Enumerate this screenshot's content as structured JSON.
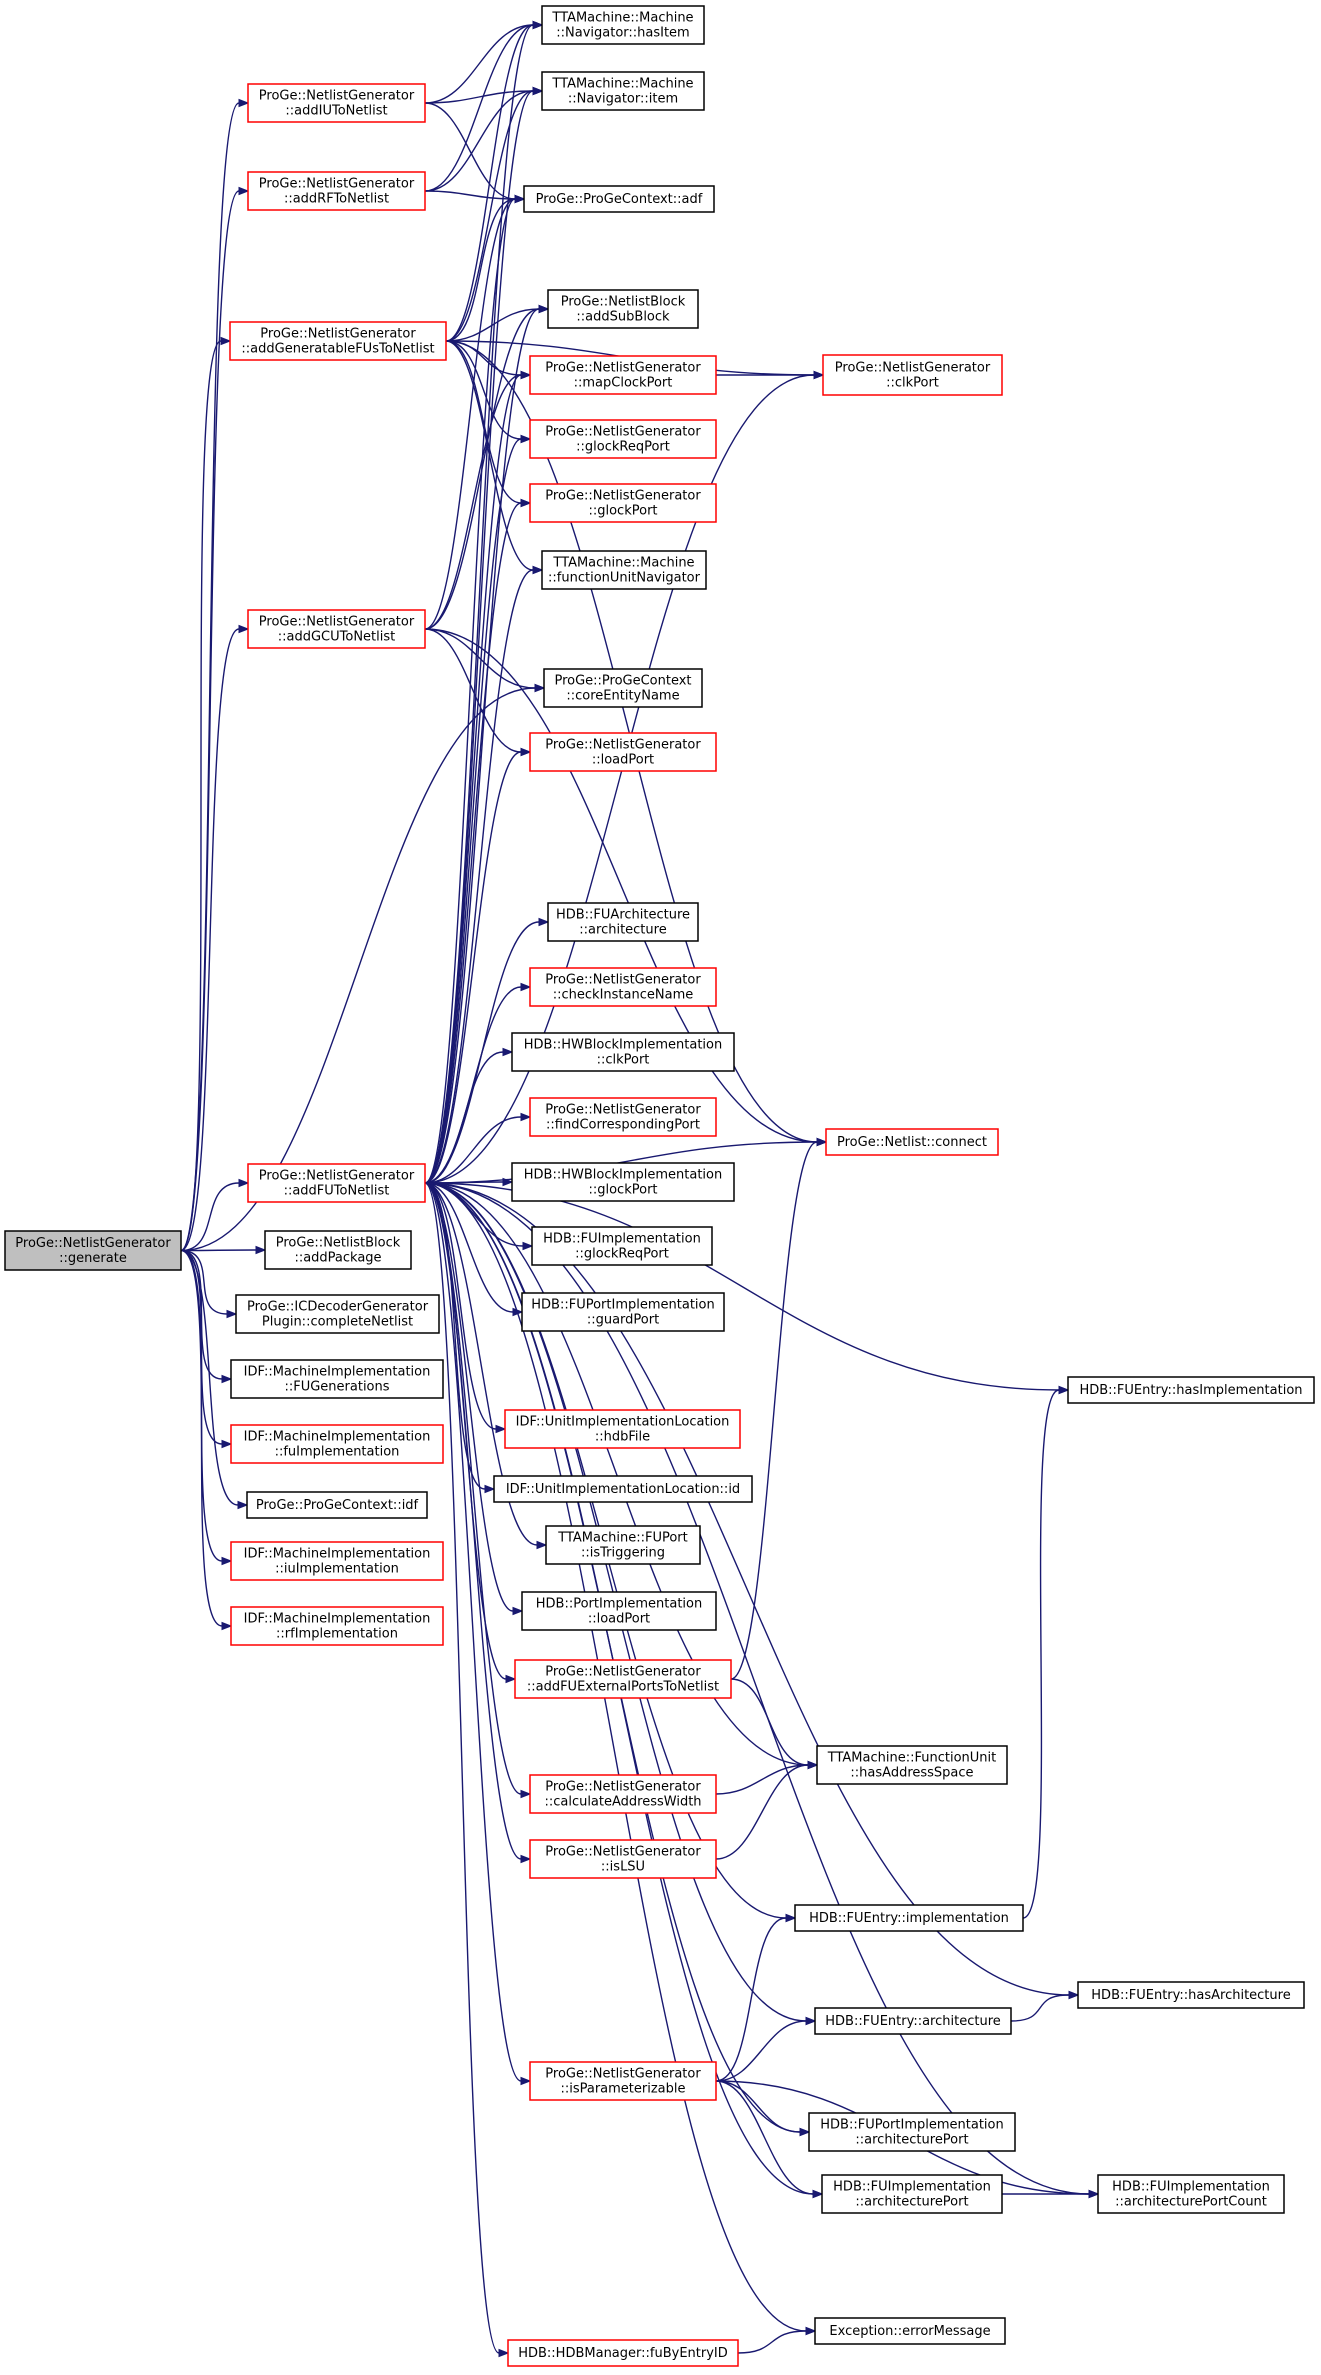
{
  "nodes": [
    {
      "id": "generate",
      "lines": [
        "ProGe::NetlistGenerator",
        "::generate"
      ],
      "style": "root"
    },
    {
      "id": "addIUToNetlist",
      "lines": [
        "ProGe::NetlistGenerator",
        "::addIUToNetlist"
      ],
      "style": "red"
    },
    {
      "id": "addRFToNetlist",
      "lines": [
        "ProGe::NetlistGenerator",
        "::addRFToNetlist"
      ],
      "style": "red"
    },
    {
      "id": "addGeneratableFUsToNetlist",
      "lines": [
        "ProGe::NetlistGenerator",
        "::addGeneratableFUsToNetlist"
      ],
      "style": "red"
    },
    {
      "id": "addGCUToNetlist",
      "lines": [
        "ProGe::NetlistGenerator",
        "::addGCUToNetlist"
      ],
      "style": "red"
    },
    {
      "id": "addFUToNetlist",
      "lines": [
        "ProGe::NetlistGenerator",
        "::addFUToNetlist"
      ],
      "style": "red"
    },
    {
      "id": "addPackage",
      "lines": [
        "ProGe::NetlistBlock",
        "::addPackage"
      ],
      "style": "black"
    },
    {
      "id": "completeNetlist",
      "lines": [
        "ProGe::ICDecoderGenerator",
        "Plugin::completeNetlist"
      ],
      "style": "black"
    },
    {
      "id": "FUGenerations",
      "lines": [
        "IDF::MachineImplementation",
        "::FUGenerations"
      ],
      "style": "black"
    },
    {
      "id": "fuImplementation",
      "lines": [
        "IDF::MachineImplementation",
        "::fuImplementation"
      ],
      "style": "red"
    },
    {
      "id": "idf",
      "lines": [
        "ProGe::ProGeContext::idf"
      ],
      "style": "black"
    },
    {
      "id": "iuImplementation",
      "lines": [
        "IDF::MachineImplementation",
        "::iuImplementation"
      ],
      "style": "red"
    },
    {
      "id": "rfImplementation",
      "lines": [
        "IDF::MachineImplementation",
        "::rfImplementation"
      ],
      "style": "red"
    },
    {
      "id": "hasItem",
      "lines": [
        "TTAMachine::Machine",
        "::Navigator::hasItem"
      ],
      "style": "black"
    },
    {
      "id": "item",
      "lines": [
        "TTAMachine::Machine",
        "::Navigator::item"
      ],
      "style": "black"
    },
    {
      "id": "adf",
      "lines": [
        "ProGe::ProGeContext::adf"
      ],
      "style": "black"
    },
    {
      "id": "addSubBlock",
      "lines": [
        "ProGe::NetlistBlock",
        "::addSubBlock"
      ],
      "style": "black"
    },
    {
      "id": "mapClockPort",
      "lines": [
        "ProGe::NetlistGenerator",
        "::mapClockPort"
      ],
      "style": "red"
    },
    {
      "id": "glockReqPort",
      "lines": [
        "ProGe::NetlistGenerator",
        "::glockReqPort"
      ],
      "style": "red"
    },
    {
      "id": "glockPort",
      "lines": [
        "ProGe::NetlistGenerator",
        "::glockPort"
      ],
      "style": "red"
    },
    {
      "id": "functionUnitNavigator",
      "lines": [
        "TTAMachine::Machine",
        "::functionUnitNavigator"
      ],
      "style": "black"
    },
    {
      "id": "coreEntityName",
      "lines": [
        "ProGe::ProGeContext",
        "::coreEntityName"
      ],
      "style": "black"
    },
    {
      "id": "loadPort",
      "lines": [
        "ProGe::NetlistGenerator",
        "::loadPort"
      ],
      "style": "red"
    },
    {
      "id": "fuArchitecture",
      "lines": [
        "HDB::FUArchitecture",
        "::architecture"
      ],
      "style": "black"
    },
    {
      "id": "checkInstanceName",
      "lines": [
        "ProGe::NetlistGenerator",
        "::checkInstanceName"
      ],
      "style": "red"
    },
    {
      "id": "hwClkPort",
      "lines": [
        "HDB::HWBlockImplementation",
        "::clkPort"
      ],
      "style": "black"
    },
    {
      "id": "findCorrespondingPort",
      "lines": [
        "ProGe::NetlistGenerator",
        "::findCorrespondingPort"
      ],
      "style": "red"
    },
    {
      "id": "hwGlockPort",
      "lines": [
        "HDB::HWBlockImplementation",
        "::glockPort"
      ],
      "style": "black"
    },
    {
      "id": "fuGlockReqPort",
      "lines": [
        "HDB::FUImplementation",
        "::glockReqPort"
      ],
      "style": "black"
    },
    {
      "id": "guardPort",
      "lines": [
        "HDB::FUPortImplementation",
        "::guardPort"
      ],
      "style": "black"
    },
    {
      "id": "hdbFile",
      "lines": [
        "IDF::UnitImplementationLocation",
        "::hdbFile"
      ],
      "style": "red"
    },
    {
      "id": "uilId",
      "lines": [
        "IDF::UnitImplementationLocation::id"
      ],
      "style": "black"
    },
    {
      "id": "isTriggering",
      "lines": [
        "TTAMachine::FUPort",
        "::isTriggering"
      ],
      "style": "black"
    },
    {
      "id": "piLoadPort",
      "lines": [
        "HDB::PortImplementation",
        "::loadPort"
      ],
      "style": "black"
    },
    {
      "id": "addFUExternalPortsToNetlist",
      "lines": [
        "ProGe::NetlistGenerator",
        "::addFUExternalPortsToNetlist"
      ],
      "style": "red"
    },
    {
      "id": "calculateAddressWidth",
      "lines": [
        "ProGe::NetlistGenerator",
        "::calculateAddressWidth"
      ],
      "style": "red"
    },
    {
      "id": "isLSU",
      "lines": [
        "ProGe::NetlistGenerator",
        "::isLSU"
      ],
      "style": "red"
    },
    {
      "id": "isParameterizable",
      "lines": [
        "ProGe::NetlistGenerator",
        "::isParameterizable"
      ],
      "style": "red"
    },
    {
      "id": "fuByEntryID",
      "lines": [
        "HDB::HDBManager::fuByEntryID"
      ],
      "style": "red"
    },
    {
      "id": "clkPort",
      "lines": [
        "ProGe::NetlistGenerator",
        "::clkPort"
      ],
      "style": "red"
    },
    {
      "id": "connect",
      "lines": [
        "ProGe::Netlist::connect"
      ],
      "style": "red"
    },
    {
      "id": "hasAddressSpace",
      "lines": [
        "TTAMachine::FunctionUnit",
        "::hasAddressSpace"
      ],
      "style": "black"
    },
    {
      "id": "fuEntryImplementation",
      "lines": [
        "HDB::FUEntry::implementation"
      ],
      "style": "black"
    },
    {
      "id": "fuEntryArchitecture",
      "lines": [
        "HDB::FUEntry::architecture"
      ],
      "style": "black"
    },
    {
      "id": "fupiArchitecturePort",
      "lines": [
        "HDB::FUPortImplementation",
        "::architecturePort"
      ],
      "style": "black"
    },
    {
      "id": "fuiArchitecturePort",
      "lines": [
        "HDB::FUImplementation",
        "::architecturePort"
      ],
      "style": "black"
    },
    {
      "id": "errorMessage",
      "lines": [
        "Exception::errorMessage"
      ],
      "style": "black"
    },
    {
      "id": "hasImplementation",
      "lines": [
        "HDB::FUEntry::hasImplementation"
      ],
      "style": "black"
    },
    {
      "id": "hasArchitecture",
      "lines": [
        "HDB::FUEntry::hasArchitecture"
      ],
      "style": "black"
    },
    {
      "id": "architecturePortCount",
      "lines": [
        "HDB::FUImplementation",
        "::architecturePortCount"
      ],
      "style": "black"
    }
  ],
  "edges": [
    [
      "generate",
      "addIUToNetlist"
    ],
    [
      "generate",
      "addRFToNetlist"
    ],
    [
      "generate",
      "addGeneratableFUsToNetlist"
    ],
    [
      "generate",
      "addGCUToNetlist"
    ],
    [
      "generate",
      "coreEntityName"
    ],
    [
      "generate",
      "addFUToNetlist"
    ],
    [
      "generate",
      "addPackage"
    ],
    [
      "generate",
      "completeNetlist"
    ],
    [
      "generate",
      "FUGenerations"
    ],
    [
      "generate",
      "fuImplementation"
    ],
    [
      "generate",
      "idf"
    ],
    [
      "generate",
      "iuImplementation"
    ],
    [
      "generate",
      "rfImplementation"
    ],
    [
      "addIUToNetlist",
      "hasItem"
    ],
    [
      "addIUToNetlist",
      "item"
    ],
    [
      "addIUToNetlist",
      "adf"
    ],
    [
      "addRFToNetlist",
      "hasItem"
    ],
    [
      "addRFToNetlist",
      "item"
    ],
    [
      "addRFToNetlist",
      "adf"
    ],
    [
      "addGeneratableFUsToNetlist",
      "hasItem"
    ],
    [
      "addGeneratableFUsToNetlist",
      "item"
    ],
    [
      "addGeneratableFUsToNetlist",
      "adf"
    ],
    [
      "addGeneratableFUsToNetlist",
      "clkPort"
    ],
    [
      "addGeneratableFUsToNetlist",
      "addSubBlock"
    ],
    [
      "addGeneratableFUsToNetlist",
      "mapClockPort"
    ],
    [
      "addGeneratableFUsToNetlist",
      "glockReqPort"
    ],
    [
      "addGeneratableFUsToNetlist",
      "glockPort"
    ],
    [
      "addGeneratableFUsToNetlist",
      "functionUnitNavigator"
    ],
    [
      "addGeneratableFUsToNetlist",
      "connect"
    ],
    [
      "addGCUToNetlist",
      "adf"
    ],
    [
      "addGCUToNetlist",
      "addSubBlock"
    ],
    [
      "addGCUToNetlist",
      "mapClockPort"
    ],
    [
      "addGCUToNetlist",
      "connect"
    ],
    [
      "addGCUToNetlist",
      "coreEntityName"
    ],
    [
      "addGCUToNetlist",
      "loadPort"
    ],
    [
      "mapClockPort",
      "clkPort"
    ],
    [
      "addFUToNetlist",
      "hasItem"
    ],
    [
      "addFUToNetlist",
      "item"
    ],
    [
      "addFUToNetlist",
      "adf"
    ],
    [
      "addFUToNetlist",
      "addSubBlock"
    ],
    [
      "addFUToNetlist",
      "mapClockPort"
    ],
    [
      "addFUToNetlist",
      "glockReqPort"
    ],
    [
      "addFUToNetlist",
      "glockPort"
    ],
    [
      "addFUToNetlist",
      "functionUnitNavigator"
    ],
    [
      "addFUToNetlist",
      "loadPort"
    ],
    [
      "addFUToNetlist",
      "clkPort"
    ],
    [
      "addFUToNetlist",
      "hasImplementation"
    ],
    [
      "addFUToNetlist",
      "fuArchitecture"
    ],
    [
      "addFUToNetlist",
      "checkInstanceName"
    ],
    [
      "addFUToNetlist",
      "hwClkPort"
    ],
    [
      "addFUToNetlist",
      "findCorrespondingPort"
    ],
    [
      "addFUToNetlist",
      "hwGlockPort"
    ],
    [
      "addFUToNetlist",
      "fuGlockReqPort"
    ],
    [
      "addFUToNetlist",
      "guardPort"
    ],
    [
      "addFUToNetlist",
      "connect"
    ],
    [
      "addFUToNetlist",
      "hdbFile"
    ],
    [
      "addFUToNetlist",
      "uilId"
    ],
    [
      "addFUToNetlist",
      "isTriggering"
    ],
    [
      "addFUToNetlist",
      "piLoadPort"
    ],
    [
      "addFUToNetlist",
      "addFUExternalPortsToNetlist"
    ],
    [
      "addFUToNetlist",
      "hasAddressSpace"
    ],
    [
      "addFUToNetlist",
      "calculateAddressWidth"
    ],
    [
      "addFUToNetlist",
      "isLSU"
    ],
    [
      "addFUToNetlist",
      "fuEntryImplementation"
    ],
    [
      "addFUToNetlist",
      "hasArchitecture"
    ],
    [
      "addFUToNetlist",
      "fuEntryArchitecture"
    ],
    [
      "addFUToNetlist",
      "isParameterizable"
    ],
    [
      "addFUToNetlist",
      "fupiArchitecturePort"
    ],
    [
      "addFUToNetlist",
      "fuiArchitecturePort"
    ],
    [
      "addFUToNetlist",
      "architecturePortCount"
    ],
    [
      "addFUToNetlist",
      "errorMessage"
    ],
    [
      "addFUToNetlist",
      "fuByEntryID"
    ],
    [
      "addFUExternalPortsToNetlist",
      "connect"
    ],
    [
      "addFUExternalPortsToNetlist",
      "hasAddressSpace"
    ],
    [
      "calculateAddressWidth",
      "hasAddressSpace"
    ],
    [
      "isLSU",
      "hasAddressSpace"
    ],
    [
      "fuEntryImplementation",
      "hasImplementation"
    ],
    [
      "fuEntryArchitecture",
      "hasArchitecture"
    ],
    [
      "isParameterizable",
      "fuEntryImplementation"
    ],
    [
      "isParameterizable",
      "fuEntryArchitecture"
    ],
    [
      "isParameterizable",
      "fupiArchitecturePort"
    ],
    [
      "isParameterizable",
      "fuiArchitecturePort"
    ],
    [
      "isParameterizable",
      "architecturePortCount"
    ],
    [
      "fuiArchitecturePort",
      "architecturePortCount"
    ],
    [
      "fuByEntryID",
      "errorMessage"
    ]
  ],
  "colors": {
    "edge": "#191970",
    "red_border": "#ff0000",
    "black_border": "#000000",
    "root_fill": "#bfbfbf"
  }
}
